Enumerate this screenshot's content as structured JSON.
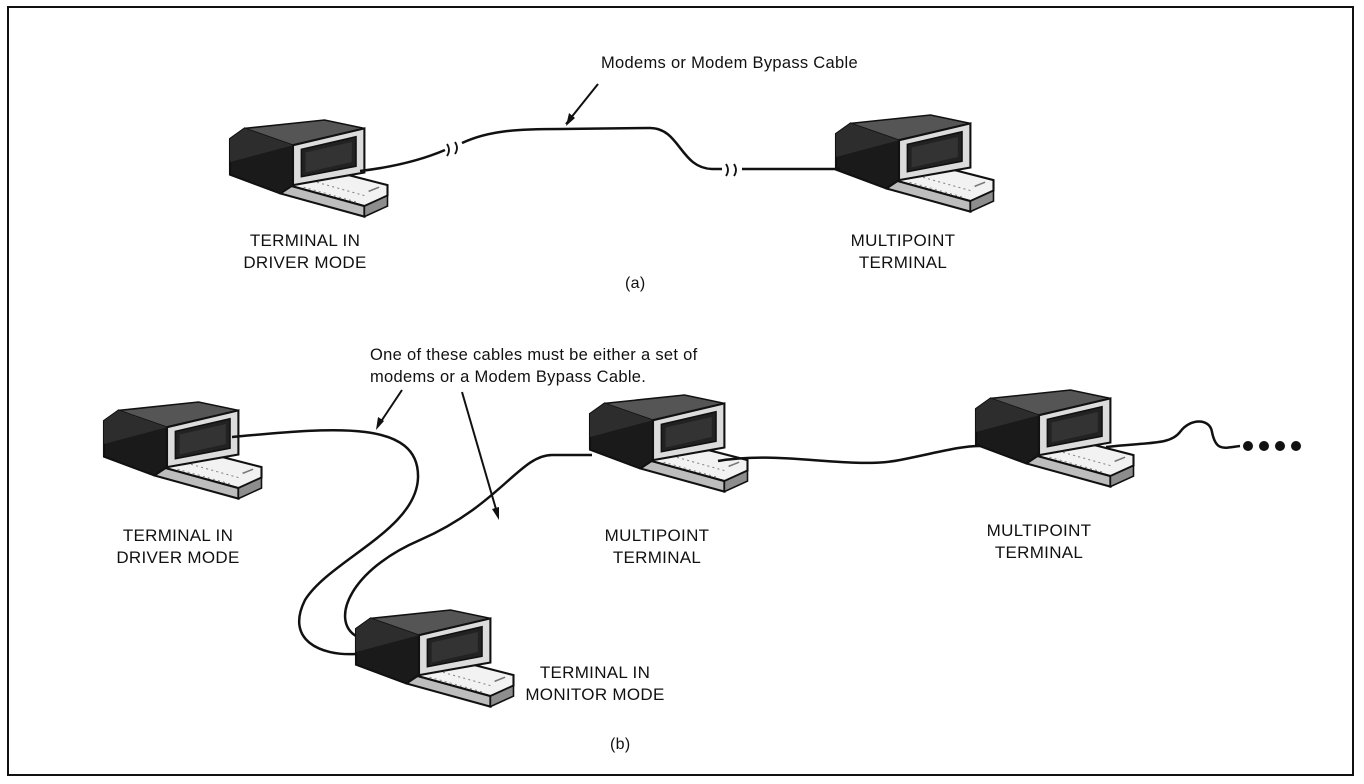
{
  "part_a": {
    "annotation": "Modems or Modem Bypass Cable",
    "left_terminal_label": [
      "TERMINAL IN",
      "DRIVER MODE"
    ],
    "right_terminal_label": [
      "MULTIPOINT",
      "TERMINAL"
    ],
    "caption": "(a)"
  },
  "part_b": {
    "annotation": [
      "One of these cables must be either a set of",
      "modems or a Modem Bypass Cable."
    ],
    "driver_label": [
      "TERMINAL IN",
      "DRIVER MODE"
    ],
    "multipoint1_label": [
      "MULTIPOINT",
      "TERMINAL"
    ],
    "multipoint2_label": [
      "MULTIPOINT",
      "TERMINAL"
    ],
    "monitor_label": [
      "TERMINAL IN",
      "MONITOR MODE"
    ],
    "caption": "(b)"
  }
}
